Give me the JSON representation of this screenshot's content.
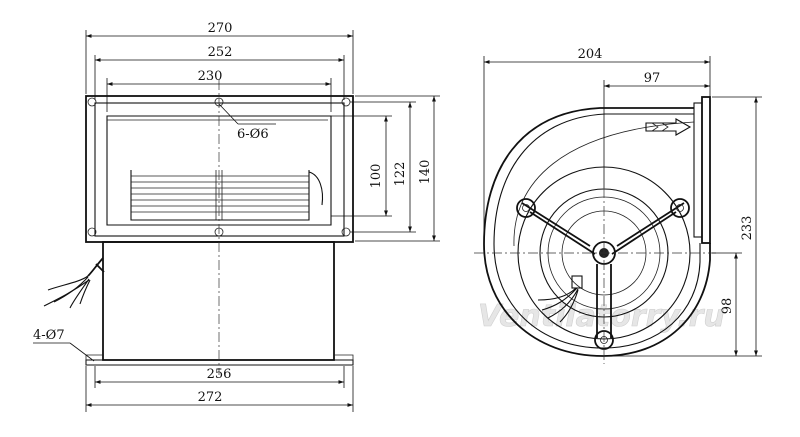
{
  "front_view": {
    "dims": {
      "overall_width": "270",
      "flange_width": "252",
      "hole_spacing": "230",
      "holes": "6-Ø6",
      "outlet_height": "100",
      "hole_height": "122",
      "flange_height": "140",
      "base_hole_spacing": "256",
      "base_width": "272",
      "base_holes": "4-Ø7"
    }
  },
  "side_view": {
    "dims": {
      "overall_depth": "204",
      "outlet_offset": "97",
      "overall_height": "233",
      "axis_height": "98"
    }
  },
  "watermark": "Ventilatorry.ru"
}
